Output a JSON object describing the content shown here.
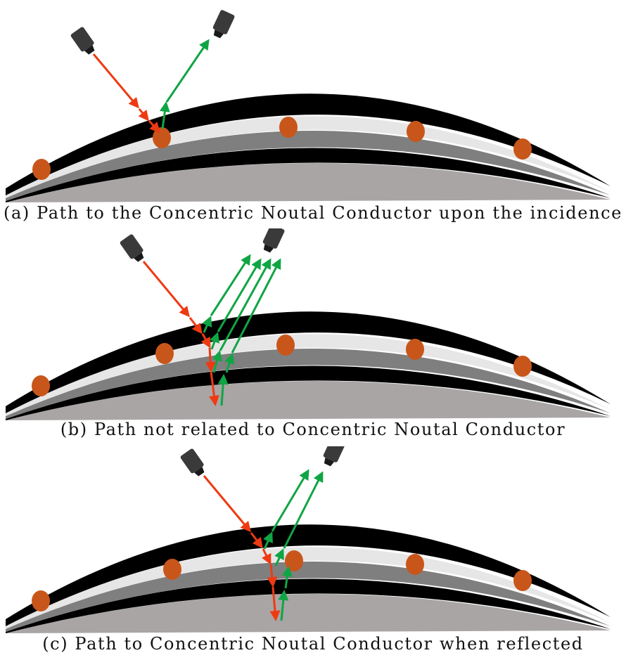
{
  "captions": {
    "a": "(a) Path to the Concentric Noutal Conductor upon the incidence",
    "b": "(b) Path not related to Concentric Noutal Conductor",
    "c": "(c) Path to Concentric Noutal Conductor when reflected"
  },
  "icons": {
    "source": "camera-sensor-icon",
    "receiver": "camera-sensor-icon"
  },
  "colors": {
    "incident_ray": "#ee3a12",
    "reflected_ray": "#10a544",
    "conductor": "#c8561a",
    "outer_sheath": "#000000",
    "insulation_light": "#e6e6e6",
    "insulation_dark": "#7f7f7f",
    "core_gray": "#a9a5a5"
  }
}
